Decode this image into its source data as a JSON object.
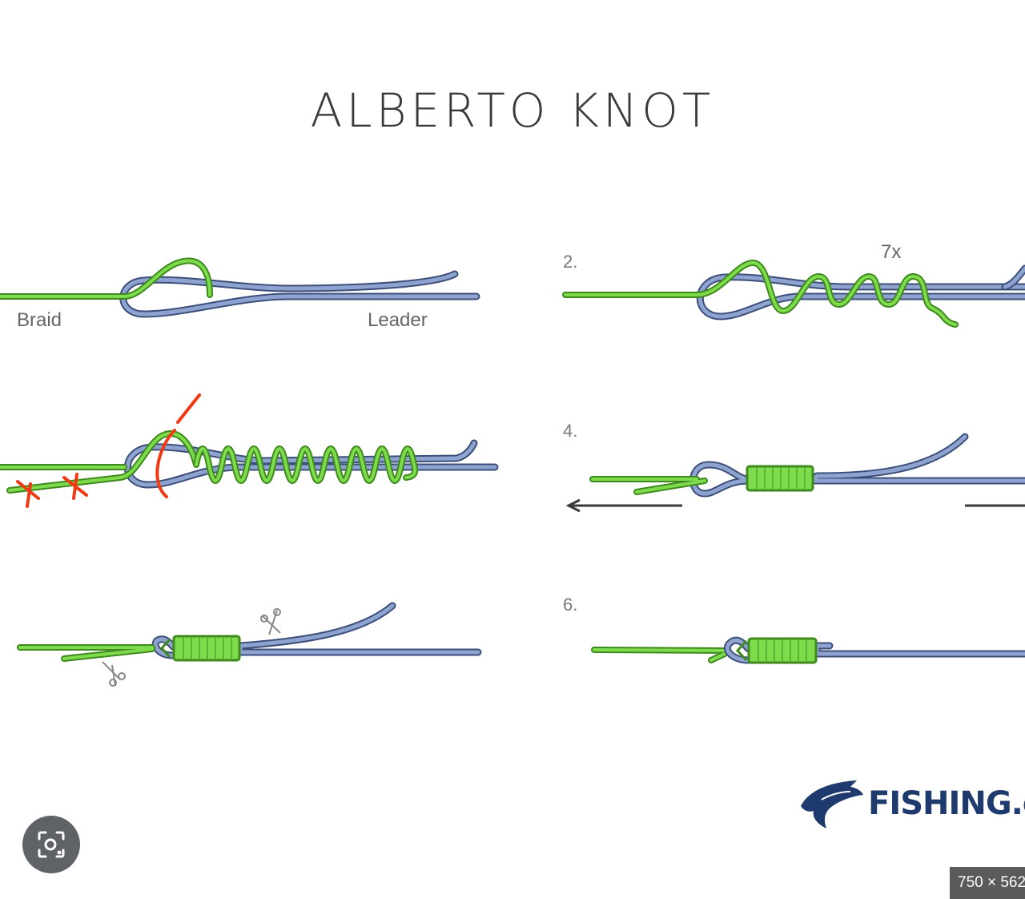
{
  "title": "ALBERTO KNOT",
  "steps": [
    {
      "number": "2."
    },
    {
      "number": "4."
    },
    {
      "number": "6."
    }
  ],
  "labels": {
    "braid": "Braid",
    "leader": "Leader",
    "wraps": "7x"
  },
  "logo": {
    "text": "FISHING.o"
  },
  "image_dimensions": "750 × 562",
  "colors": {
    "braid_green": "#7edc4c",
    "leader_blue": "#8ea3cf",
    "annotation_red": "#ef3a14",
    "logo_blue": "#1f3a6d"
  }
}
